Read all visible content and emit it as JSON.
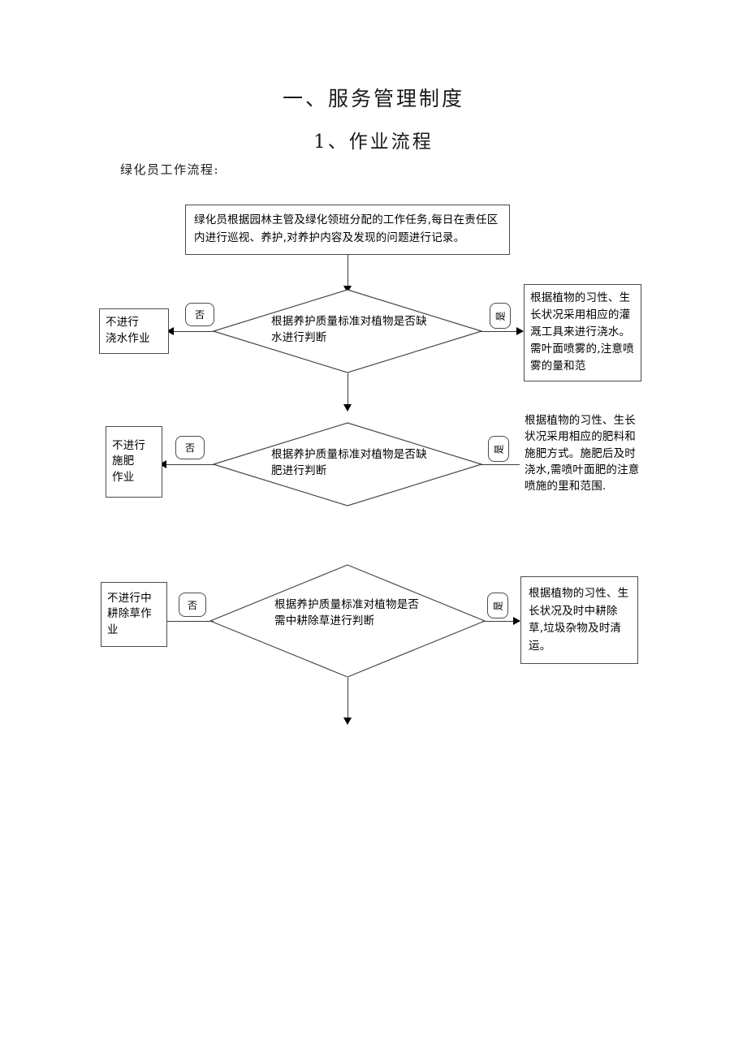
{
  "document": {
    "heading_1": "一、服务管理制度",
    "heading_2": "1、作业流程",
    "subtitle": "绿化员工作流程:"
  },
  "flowchart": {
    "start_node": {
      "text": "绿化员根据园林主管及绿化领班分配的工作任务,每日在责任区内进行巡视、养护,对养护内容及发现的问题进行记录。"
    },
    "rows": [
      {
        "decision": "根据养护质量标准对植物是否缺水进行判断",
        "no_label": "否",
        "yes_label": "是",
        "no_outcome": "不进行\n浇水作业",
        "yes_outcome": "根据植物的习性、生长状况采用相应的灌溉工具来进行浇水。需叶面喷雾的,注意喷雾的量和范"
      },
      {
        "decision": "根据养护质量标准对植物是否缺肥进行判断",
        "no_label": "否",
        "yes_label": "是",
        "no_outcome": "不进行\n施肥\n作业",
        "yes_outcome": "根据植物的习性、生长状况采用相应的肥料和施肥方式。施肥后及时浇水,需喷叶面肥的注意喷施的里和范围."
      },
      {
        "decision": "根据养护质量标准对植物是否需中耕除草进行判断",
        "no_label": "否",
        "yes_label": "是",
        "no_outcome": "不进行中\n耕除草作\n业",
        "yes_outcome": "根据植物的习性、生长状况及时中耕除草,垃圾杂物及时清运。"
      }
    ],
    "colors": {
      "line": "#4b4b4b",
      "arrow": "#000000",
      "background": "#ffffff"
    }
  }
}
